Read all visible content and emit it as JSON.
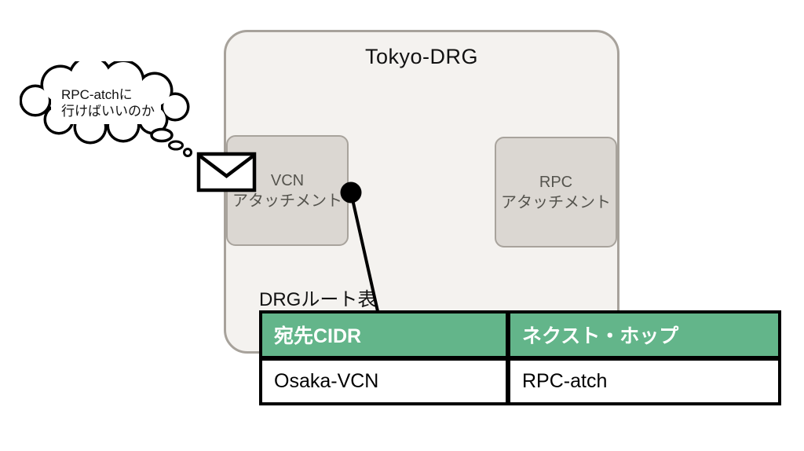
{
  "diagram": {
    "title": "Tokyo-DRG",
    "thought_bubble": {
      "line1": "RPC-atchに",
      "line2": "行けばいいのか"
    },
    "attachments": {
      "vcn": {
        "line1": "VCN",
        "line2": "アタッチメント"
      },
      "rpc": {
        "line1": "RPC",
        "line2": "アタッチメント"
      }
    },
    "route_table": {
      "label": "DRGルート表",
      "headers": [
        "宛先CIDR",
        "ネクスト・ホップ"
      ],
      "rows": [
        [
          "Osaka-VCN",
          "RPC-atch"
        ]
      ]
    },
    "icons": {
      "envelope": "envelope-icon",
      "thought_cloud": "thought-cloud-icon",
      "connector_dot": "connector-dot"
    },
    "colors": {
      "table_header_green": "#63b58a",
      "drg_box_fill": "#f4f2ef",
      "drg_box_border": "#a7a29b",
      "attachment_fill": "#dbd7d2",
      "attachment_text": "#55544e",
      "line_black": "#000000",
      "background": "#ffffff"
    }
  }
}
